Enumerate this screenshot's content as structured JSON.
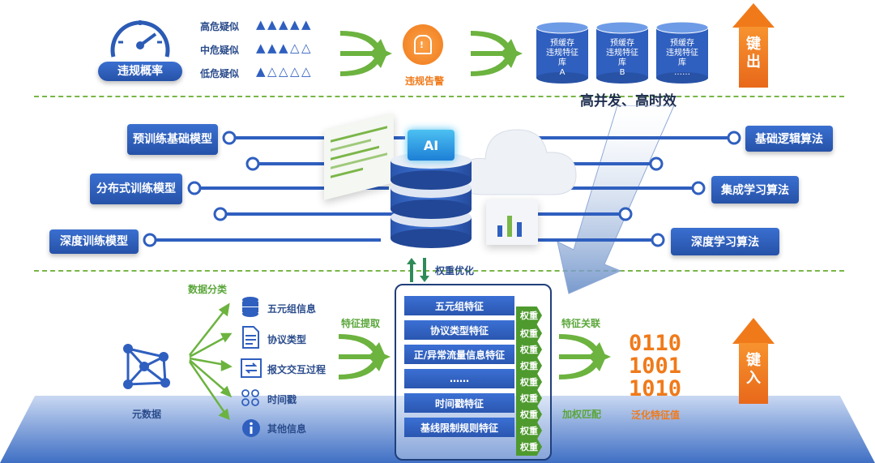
{
  "top": {
    "gauge_label": "违规概率",
    "levels": [
      {
        "label": "高危疑似",
        "filled": 5,
        "total": 5
      },
      {
        "label": "中危疑似",
        "filled": 3,
        "total": 5
      },
      {
        "label": "低危疑似",
        "filled": 1,
        "total": 5
      }
    ],
    "alarm_label": "违规告警",
    "caches": [
      {
        "line1": "预缓存",
        "line2": "违规特征",
        "line3": "库",
        "line4": "A"
      },
      {
        "line1": "预缓存",
        "line2": "违规特征",
        "line3": "库",
        "line4": "B"
      },
      {
        "line1": "预缓存",
        "line2": "违规特征",
        "line3": "库",
        "line4": "……"
      }
    ],
    "key_out_label": "键出",
    "concurrency_label": "高并发、高时效"
  },
  "middle": {
    "left_models": [
      "预训练基础模型",
      "分布式训练模型",
      "深度训练模型"
    ],
    "right_algorithms": [
      "基础逻辑算法",
      "集成学习算法",
      "深度学习算法"
    ],
    "ai_label": "AI",
    "weight_opt_label": "权重优化"
  },
  "bottom": {
    "metadata_label": "元数据",
    "classify_label": "数据分类",
    "categories": [
      {
        "label": "五元组信息",
        "icon": "database-icon"
      },
      {
        "label": "协议类型",
        "icon": "document-icon"
      },
      {
        "label": "报文交互过程",
        "icon": "exchange-icon"
      },
      {
        "label": "时间戳",
        "icon": "timestamp-icon"
      },
      {
        "label": "其他信息",
        "icon": "info-icon"
      }
    ],
    "extract_label": "特征提取",
    "features": [
      "五元组特征",
      "协议类型特征",
      "正/异常流量信息特征",
      "……",
      "时间戳特征",
      "基线限制规则特征"
    ],
    "weight_tag": "权重",
    "association_label": "特征关联",
    "weighted_match_label": "加权匹配",
    "binary_rows": [
      "0110",
      "1001",
      "1010"
    ],
    "generalized_label": "泛化特征值",
    "key_in_label": "键入"
  }
}
